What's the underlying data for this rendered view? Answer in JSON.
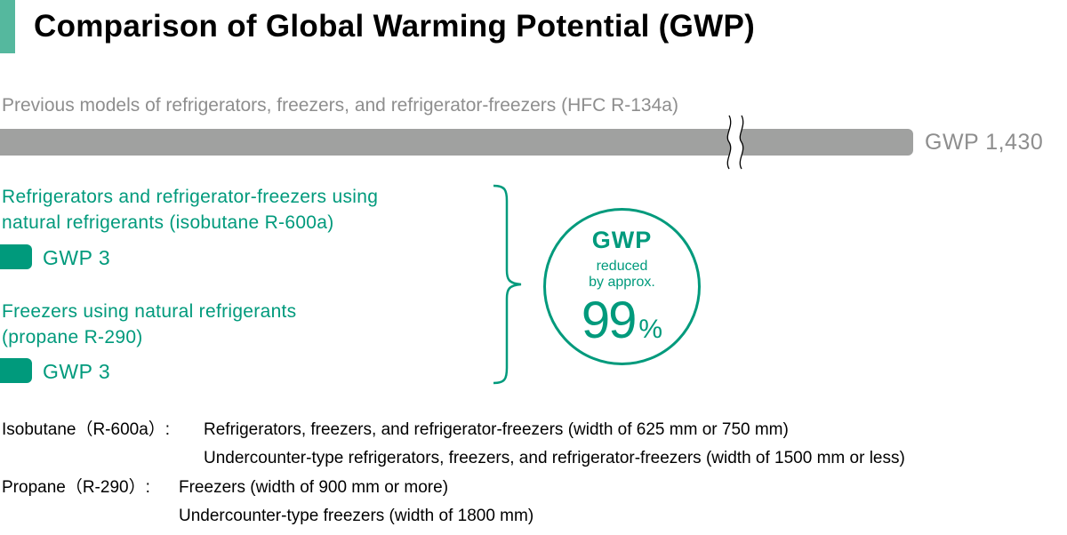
{
  "title": "Comparison of Global Warming Potential (GWP)",
  "colors": {
    "accent": "#55b89e",
    "green": "#009a7c",
    "gray": "#a0a1a0"
  },
  "chart_data": {
    "type": "bar",
    "title": "Comparison of Global Warming Potential (GWP)",
    "axis_break": true,
    "categories": [
      "Previous models of refrigerators, freezers, and refrigerator-freezers (HFC R-134a)",
      "Refrigerators and refrigerator-freezers using natural refrigerants (isobutane R-600a)",
      "Freezers using natural refrigerants (propane R-290)"
    ],
    "values": [
      1430,
      3,
      3
    ],
    "value_labels": [
      "GWP 1,430",
      "GWP 3",
      "GWP 3"
    ]
  },
  "categories_display": {
    "prev": "Previous models of refrigerators, freezers, and refrigerator-freezers (HFC R-134a)",
    "iso_line1": "Refrigerators and refrigerator-freezers using",
    "iso_line2": "natural refrigerants (isobutane R-600a)",
    "prop_line1": "Freezers using natural refrigerants",
    "prop_line2": "(propane R-290)"
  },
  "badge": {
    "gwp": "GWP",
    "line1": "reduced",
    "line2": "by approx.",
    "value": "99",
    "unit": "%"
  },
  "notes": [
    {
      "label": "Isobutane（R-600a）:",
      "lines": [
        "Refrigerators, freezers, and refrigerator-freezers (width of 625 mm or 750 mm)",
        "Undercounter-type refrigerators, freezers, and refrigerator-freezers (width of 1500 mm or less)"
      ]
    },
    {
      "label": "Propane（R-290）:",
      "lines": [
        "Freezers (width of 900 mm or more)",
        "Undercounter-type freezers (width of 1800 mm)"
      ]
    }
  ]
}
